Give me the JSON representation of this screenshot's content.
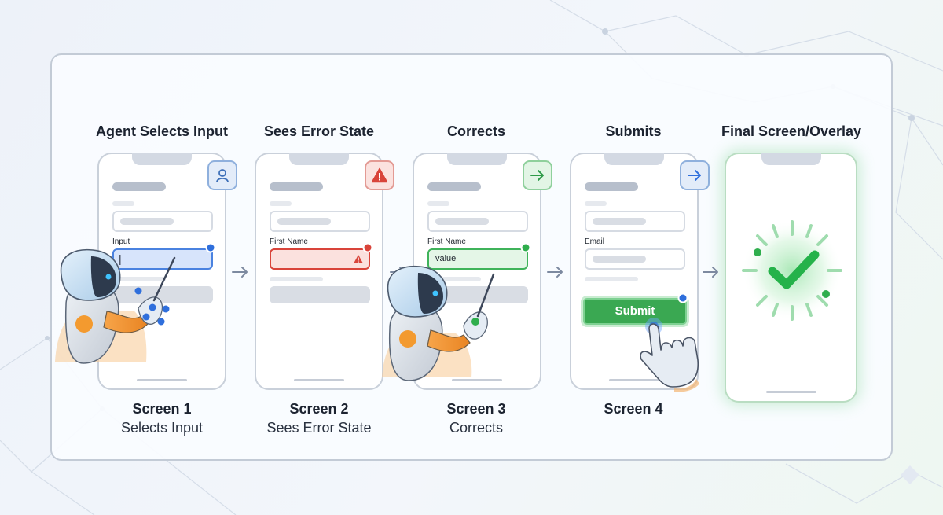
{
  "steps": [
    {
      "title": "Agent Selects Input",
      "caption": "Screen 1",
      "subcaption": "Selects Input",
      "field_label": "Input",
      "field_value": "|",
      "badge_icon": "user-icon"
    },
    {
      "title": "Sees Error State",
      "caption": "Screen 2",
      "subcaption": "Sees Error State",
      "field_label": "First Name",
      "field_value": "",
      "badge_icon": "warning-icon"
    },
    {
      "title": "Corrects",
      "caption": "Screen 3",
      "subcaption": "Corrects",
      "field_label": "First Name",
      "field_value": "value",
      "badge_icon": "arrow-right-icon"
    },
    {
      "title": "Submits",
      "caption": "Screen 4",
      "subcaption": "",
      "field_label": "Email",
      "field_value": "",
      "button_label": "Submit",
      "badge_icon": "arrow-right-icon"
    },
    {
      "title": "Final Screen/Overlay",
      "caption": "",
      "subcaption": "",
      "result_icon": "checkmark-icon"
    }
  ],
  "colors": {
    "selected_blue": "#2f6fdc",
    "error_red": "#d9443a",
    "success_green": "#2fae4d",
    "card_border": "#c3cbd6",
    "text_dark": "#1c2330"
  }
}
